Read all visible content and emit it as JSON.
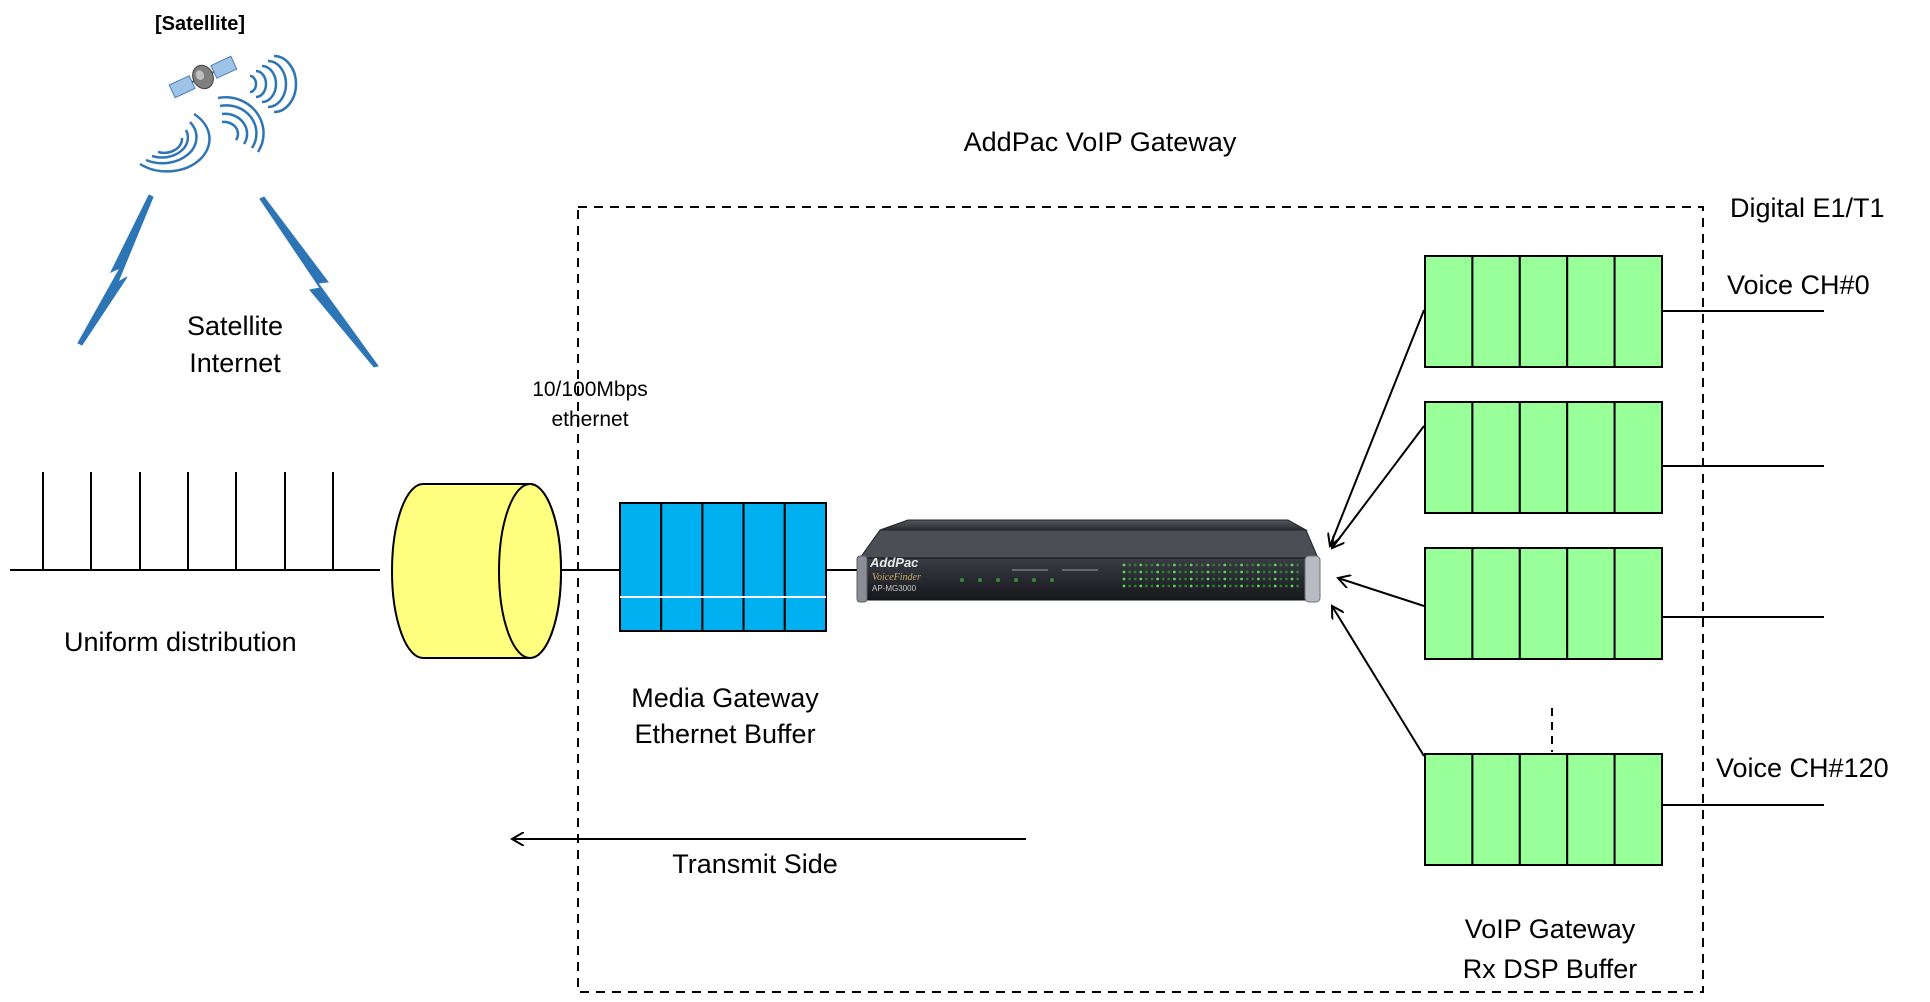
{
  "title": "AddPac VoIP Gateway",
  "satellite": {
    "header": "[Satellite]",
    "internet_line1": "Satellite",
    "internet_line2": "Internet"
  },
  "link": {
    "line1": "10/100Mbps",
    "line2": "ethernet"
  },
  "arrivals": {
    "label": "Uniform distribution"
  },
  "media_buffer": {
    "line1": "Media Gateway",
    "line2": "Ethernet Buffer",
    "color": "#00b0f0"
  },
  "device": {
    "brand": "AddPac",
    "product": "VoiceFinder",
    "model": "AP-MG3000"
  },
  "dsp_buffer": {
    "line1": "VoIP Gateway",
    "line2": "Rx DSP Buffer",
    "color": "#99ff99"
  },
  "trunk": {
    "label": "Digital E1/T1"
  },
  "channels": {
    "first": "Voice CH#0",
    "last": "Voice CH#120"
  },
  "transmit": {
    "label": "Transmit Side"
  },
  "colors": {
    "cylinder": "#ffff80",
    "line": "#000000",
    "bolt": "#2e75b6"
  }
}
